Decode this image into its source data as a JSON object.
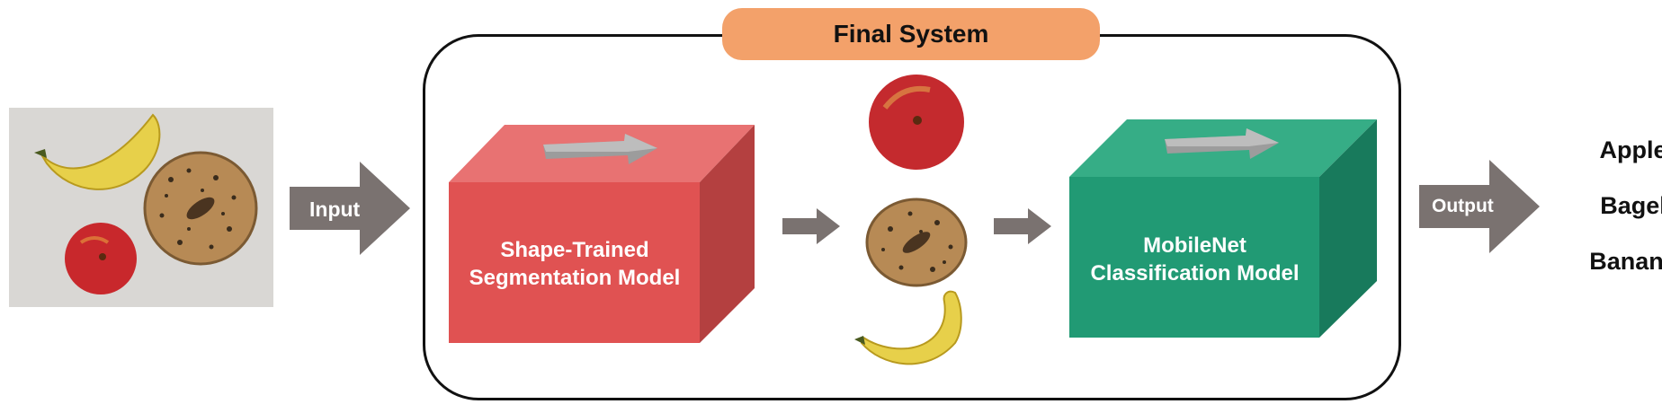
{
  "title": "Final System",
  "input_label": "Input",
  "output_label": "Output",
  "segmentation_box": {
    "line1": "Shape-Trained",
    "line2": "Segmentation Model",
    "color": "#e05252"
  },
  "classification_box": {
    "line1": "MobileNet",
    "line2": "Classification Model",
    "color": "#219a74"
  },
  "outputs": [
    "Apple",
    "Bagel",
    "Banana"
  ],
  "colors": {
    "title_pill": "#f3a16a",
    "arrow": "#7a7270"
  }
}
